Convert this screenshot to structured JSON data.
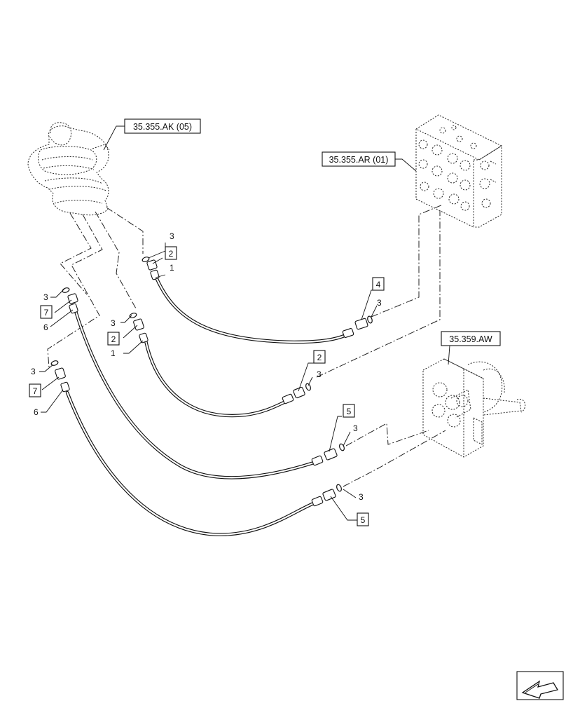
{
  "references": {
    "joystick": "35.355.AK (05)",
    "valve_block": "35.355.AR (01)",
    "motor": "35.359.AW"
  },
  "item_numbers": {
    "n1": "1",
    "n2": "2",
    "n3": "3",
    "n4": "4",
    "n5": "5",
    "n6": "6",
    "n7": "7"
  },
  "icons": {
    "nav": "next-page-arrow-icon"
  }
}
